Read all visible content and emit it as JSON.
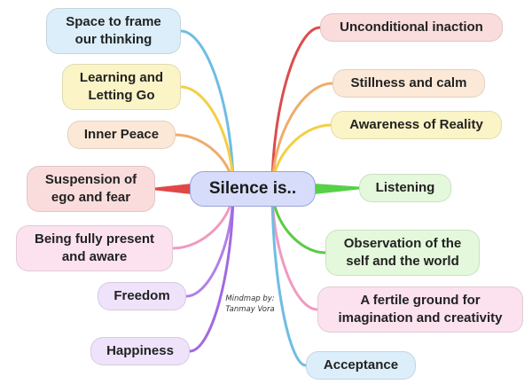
{
  "center": {
    "label": "Silence is..",
    "color": "#d7dcfa"
  },
  "credit": {
    "line1": "Mindmap by:",
    "line2": "Tanmay Vora"
  },
  "left_nodes": [
    {
      "id": "space",
      "label": "Space to frame\nour thinking",
      "fill": "#dbeef9",
      "line": "#6fbde2"
    },
    {
      "id": "learning",
      "label": "Learning and\nLetting Go",
      "fill": "#fbf4c6",
      "line": "#f3cf43"
    },
    {
      "id": "inner-peace",
      "label": "Inner Peace",
      "fill": "#fce8d6",
      "line": "#efac6a"
    },
    {
      "id": "suspension",
      "label": "Suspension of\nego and fear",
      "fill": "#fbdcdc",
      "line": "#e04848"
    },
    {
      "id": "present",
      "label": "Being fully present\nand aware",
      "fill": "#fbe2ee",
      "line": "#f09ac0"
    },
    {
      "id": "freedom",
      "label": "Freedom",
      "fill": "#efe2fb",
      "line": "#b27fe8"
    },
    {
      "id": "happiness",
      "label": "Happiness",
      "fill": "#efe2fb",
      "line": "#a16ae0"
    }
  ],
  "right_nodes": [
    {
      "id": "unconditional",
      "label": "Unconditional inaction",
      "fill": "#fbdcdc",
      "line": "#dd4c4c"
    },
    {
      "id": "stillness",
      "label": "Stillness and calm",
      "fill": "#fce8d6",
      "line": "#efac6a"
    },
    {
      "id": "awareness",
      "label": "Awareness of Reality",
      "fill": "#fbf4c6",
      "line": "#f3cf43"
    },
    {
      "id": "listening",
      "label": "Listening",
      "fill": "#e4f8dc",
      "line": "#58d04a"
    },
    {
      "id": "observation",
      "label": "Observation of the\nself and the world",
      "fill": "#e4f8dc",
      "line": "#5acb46"
    },
    {
      "id": "fertile",
      "label": "A fertile ground for\nimagination and creativity",
      "fill": "#fbe2ee",
      "line": "#f09ac0"
    },
    {
      "id": "acceptance",
      "label": "Acceptance",
      "fill": "#dbeef9",
      "line": "#6fbde2"
    }
  ]
}
